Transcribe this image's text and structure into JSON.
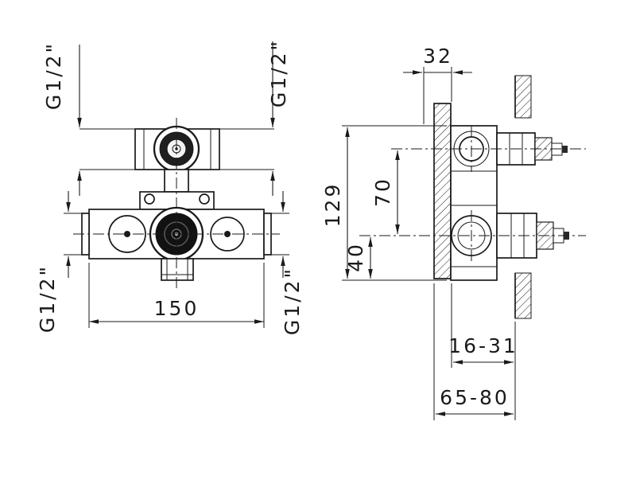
{
  "drawing": {
    "type": "technical-installation-diagram",
    "background_color": "#ffffff",
    "line_color": "#1a1a1a",
    "dimensions": {
      "front_top_left_thread": "G1/2\"",
      "front_top_right_thread": "G1/2\"",
      "front_bottom_left_thread": "G1/2\"",
      "front_bottom_right_thread": "G1/2\"",
      "front_width": "150",
      "side_plate_offset": "32",
      "side_total_height": "129",
      "side_port_spacing": "70",
      "side_bottom_offset": "40",
      "side_depth_range_inner": "16-31",
      "side_depth_range_outer": "65-80"
    }
  }
}
